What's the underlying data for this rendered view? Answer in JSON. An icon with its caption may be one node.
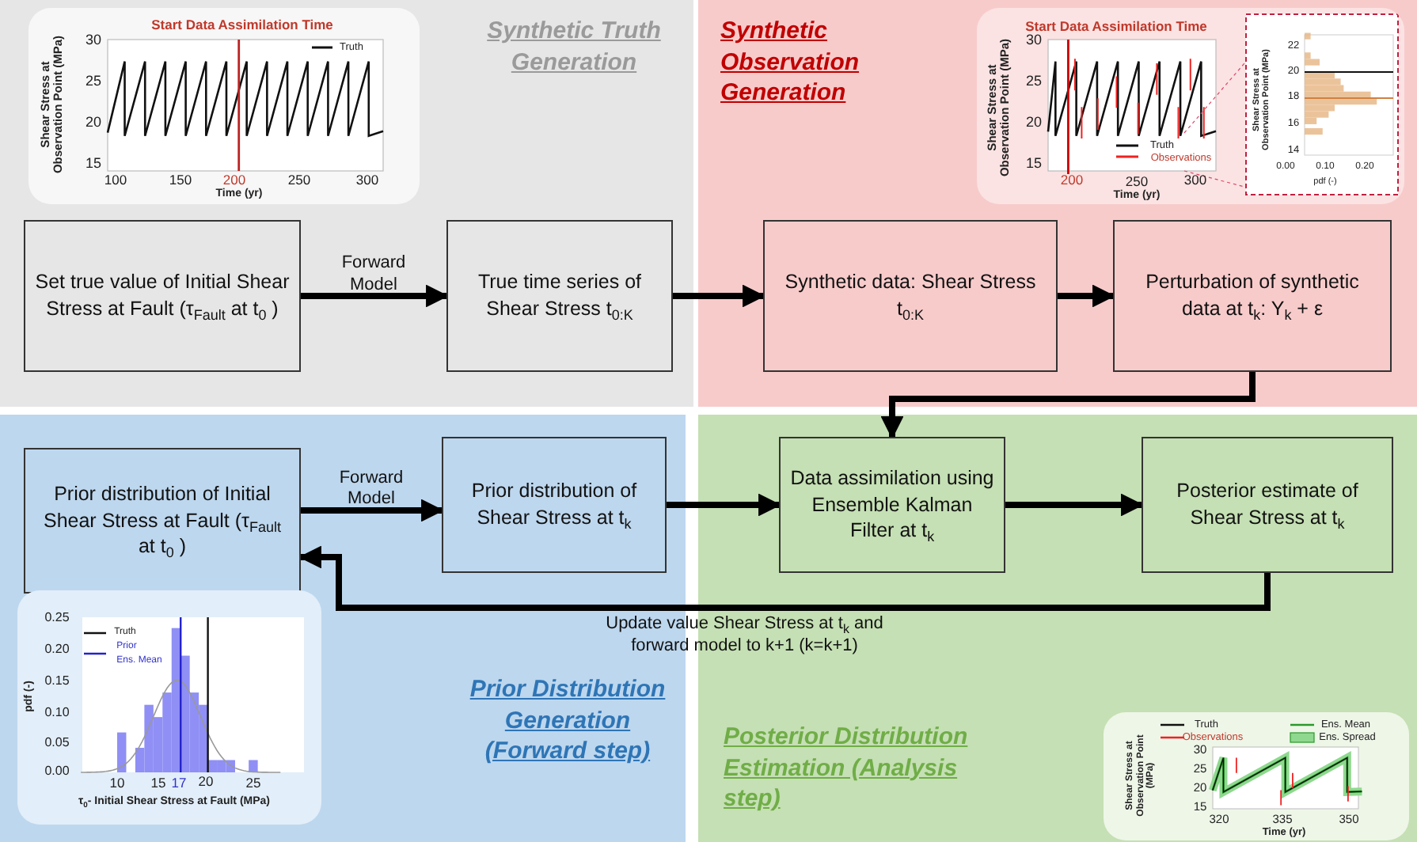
{
  "diagram": {
    "nodes": [
      {
        "text": [
          "Synthetic Truth Generation"
        ]
      },
      {
        "text": [
          "Synthetic Observation Generation"
        ]
      },
      {
        "text": [
          "Prior Distribution Generation (Forward step)"
        ]
      },
      {
        "text": [
          "Posterior Distribution Estimation (Analysis step)"
        ]
      },
      {
        "text": [
          "Set true value of Initial Shear Stress at Fault (τ$_{Fault}$ at t$_{0}$ )"
        ],
        "in": 0
      },
      {
        "text": [
          "True time series of Shear Stress t$_{0:K}$"
        ],
        "in": 0
      },
      {
        "text": [
          "Synthetic data: Shear Stress t$_{0:K}$"
        ],
        "in": 1
      },
      {
        "text": [
          "Perturbation of synthetic data at t$_{k}$: Y$_{k}$ + ε"
        ],
        "in": 1
      },
      {
        "text": [
          "Prior distribution of Initial Shear Stress at Fault (τ$_{Fault}$ at t$_{0}$ )"
        ],
        "in": 2
      },
      {
        "text": [
          "Prior distribution of Shear Stress at t$_{k}$"
        ],
        "in": 2
      },
      {
        "text": [
          "Data assimilation using Ensemble Kalman Filter at t$_{k}$"
        ],
        "in": 3
      },
      {
        "text": [
          "Posterior estimate of Shear Stress at t$_{k}$"
        ],
        "in": 3
      }
    ],
    "edges": [
      {
        "from": 4,
        "to": 5,
        "arrow": "to",
        "label": "Forward Model"
      },
      {
        "from": 5,
        "to": 6,
        "arrow": "to"
      },
      {
        "from": 6,
        "to": 7,
        "arrow": "to"
      },
      {
        "from": 7,
        "to": 10,
        "arrow": "to"
      },
      {
        "from": 8,
        "to": 9,
        "arrow": "to",
        "label": "Forward Model"
      },
      {
        "from": 9,
        "to": 10,
        "arrow": "to"
      },
      {
        "from": 10,
        "to": 11,
        "arrow": "to"
      },
      {
        "from": 11,
        "to": 8,
        "arrow": "to",
        "label": "Update value Shear Stress at t$_{k}$ and forward model to k+1 (k=k+1)"
      }
    ],
    "labels": [
      "Start Data Assimilation Time",
      "Shear Stress at Observation Point (MPa)",
      "30",
      "25",
      "20",
      "15",
      "Truth",
      "100",
      "150",
      "200",
      "250",
      "300",
      "Time (yr)",
      "Start Data Assimilation Time",
      "Shear Stress at Observation Point (MPa)",
      "30",
      "25",
      "20",
      "15",
      "Truth",
      "Observations",
      "200",
      "250",
      "300",
      "Time (yr)",
      "Shear Stress at Observation Point (MPa)",
      "22",
      "20",
      "18",
      "16",
      "14",
      "0.00",
      "0.10",
      "0.20",
      "pdf (-)",
      "pdf (-)",
      "0.25",
      "0.20",
      "0.15",
      "0.10",
      "0.05",
      "0.00",
      "Truth",
      "Prior",
      "Ens. Mean",
      "10",
      "15",
      "17",
      "20",
      "25",
      "τ$_{0}$- Initial Shear Stress at Fault (MPa)",
      "Truth",
      "Ens. Mean",
      "Observations",
      "Ens. Spread",
      "Shear Stress at Observation Point (MPa)",
      "30",
      "25",
      "20",
      "15",
      "320",
      "335",
      "350",
      "Time (yr)"
    ]
  }
}
